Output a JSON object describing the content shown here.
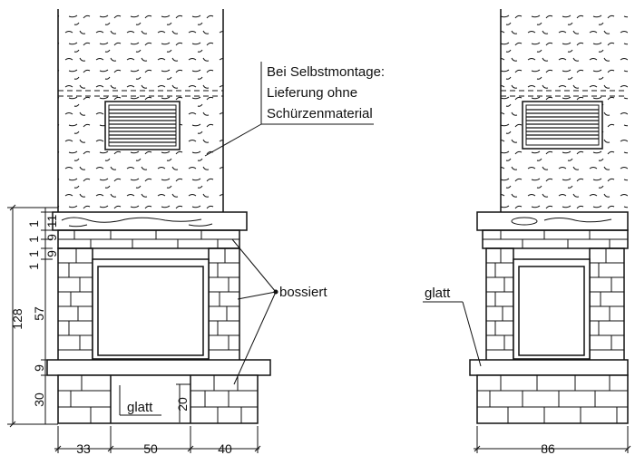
{
  "annotation": {
    "line1": "Bei Selbstmontage:",
    "line2": "Lieferung ohne",
    "line3": "Schürzenmaterial"
  },
  "labels": {
    "bossiert": "bossiert",
    "glatt_left": "glatt",
    "glatt_right": "glatt"
  },
  "dimensions": {
    "overall_height": "128",
    "rows": [
      "1",
      "1",
      "1",
      "1",
      "9",
      "9",
      "11"
    ],
    "opening_height": "57",
    "lintel": "9",
    "base": "30",
    "base_inner": "20",
    "width_left": "33",
    "width_mid": "50",
    "width_right": "40",
    "width_total_right": "86"
  }
}
